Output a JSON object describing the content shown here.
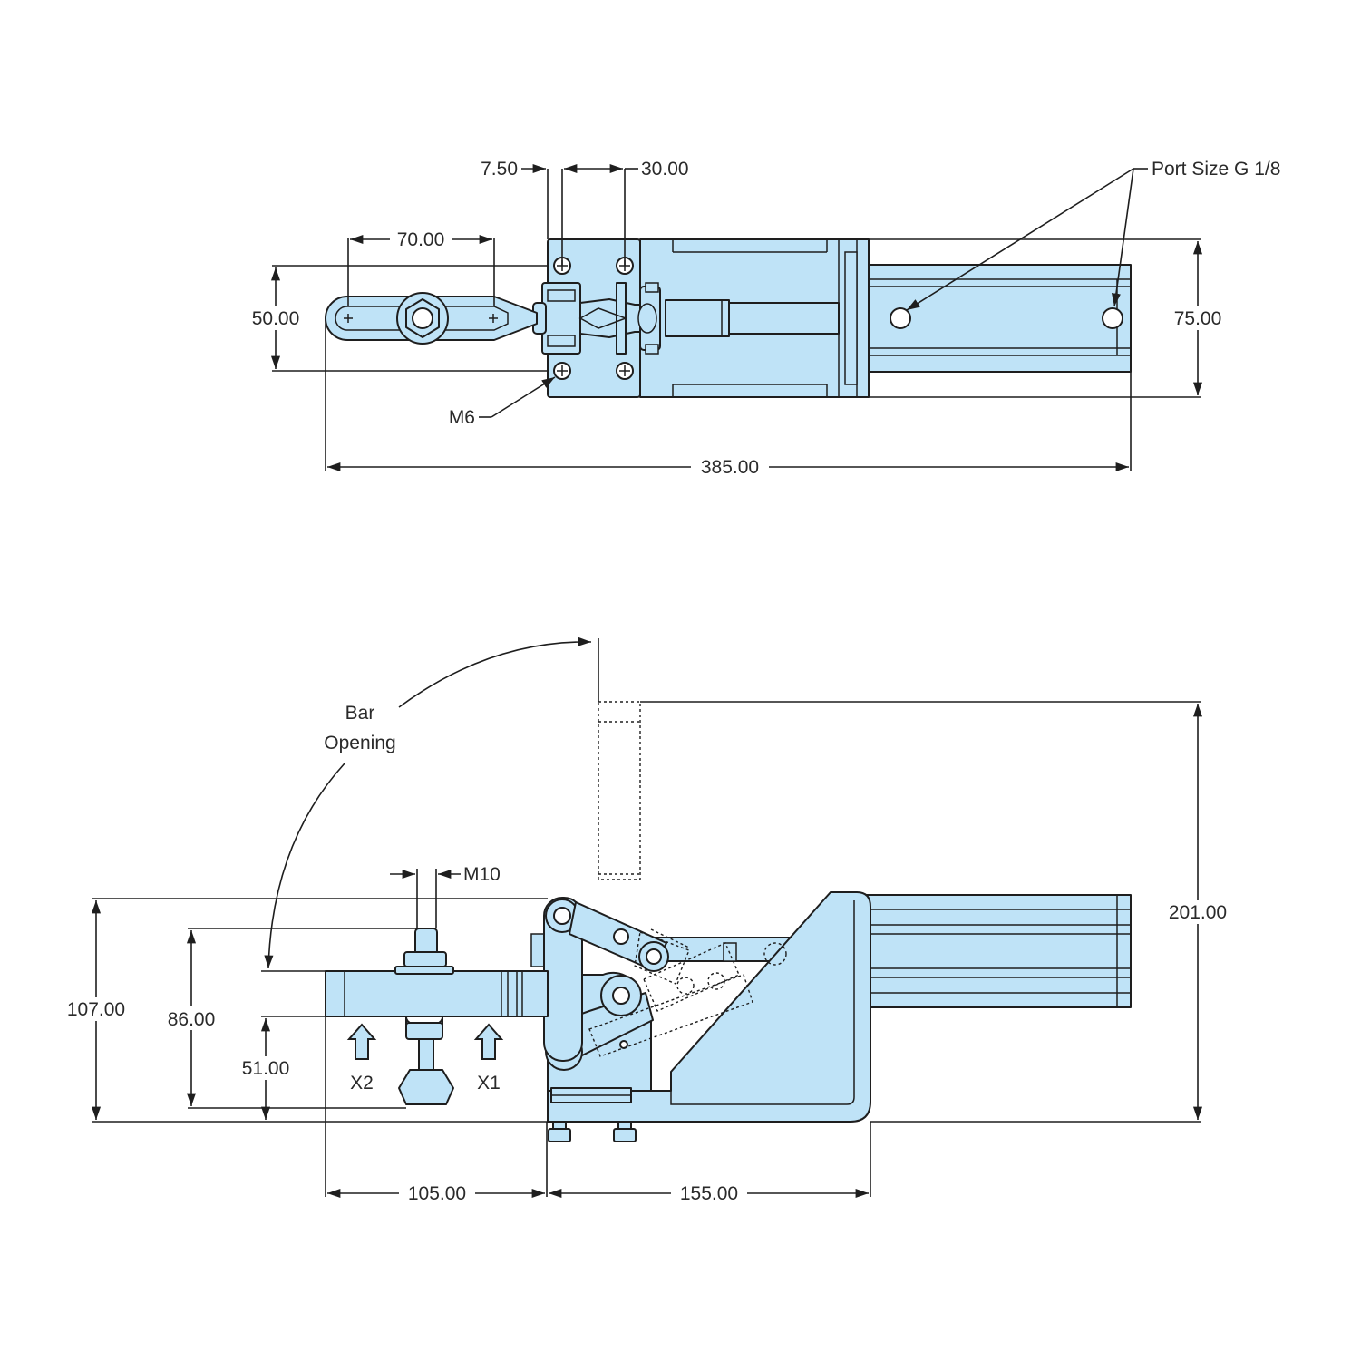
{
  "top_view": {
    "dimensions": {
      "offset": "7.50",
      "hole_spacing": "30.00",
      "handle_slot": "70.00",
      "handle_width": "50.00",
      "body_height": "75.00",
      "overall_length": "385.00"
    },
    "callouts": {
      "port": "Port Size G 1/8",
      "mount_thread": "M6"
    }
  },
  "side_view": {
    "dimensions": {
      "total_height": "107.00",
      "spindle_height": "86.00",
      "bar_height": "51.00",
      "max_height": "201.00",
      "bar_reach": "105.00",
      "base_length": "155.00"
    },
    "callouts": {
      "thread": "M10",
      "bar_opening_line1": "Bar",
      "bar_opening_line2": "Opening",
      "force_x2": "X2",
      "force_x1": "X1"
    }
  },
  "colors": {
    "part_fill": "#bfe3f7",
    "line": "#1e1e1e"
  }
}
